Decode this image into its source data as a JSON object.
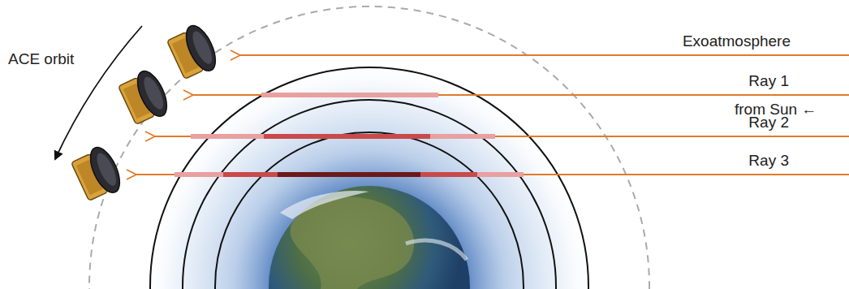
{
  "diagram": {
    "labels": [
      "ACE orbit",
      "Exoatmosphere",
      "Ray 1",
      "Ray 2",
      "Ray 3",
      "from Sun ←"
    ]
  }
}
